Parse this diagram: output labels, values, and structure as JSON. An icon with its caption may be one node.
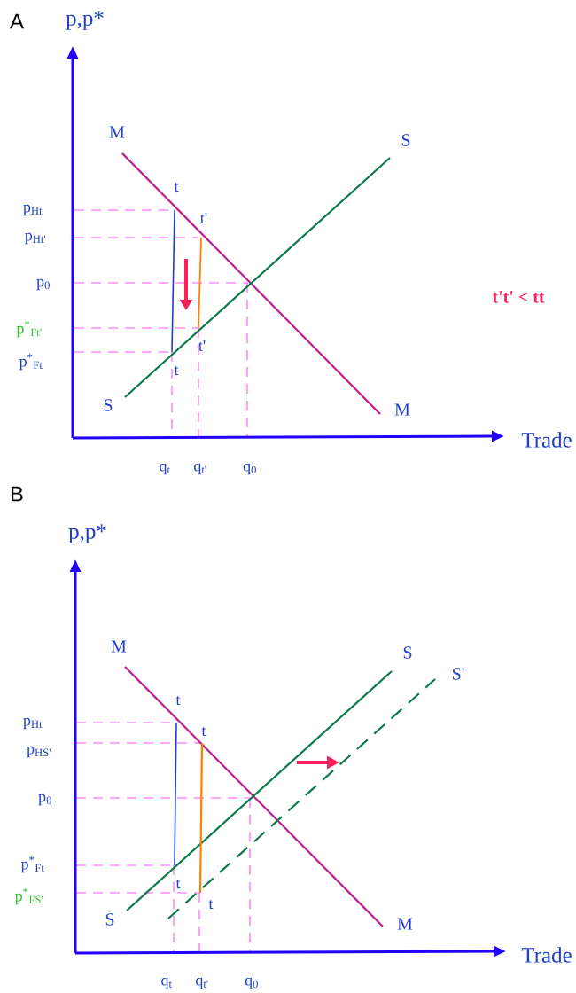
{
  "diagram": {
    "labels": [
      "A",
      "p,p*",
      "M",
      "S",
      "t",
      "p$_{Ht}$",
      "t'",
      "p$_{Ht'}$",
      "p$_{0}$",
      "t't' < tt",
      "p$^{*}$$_{Ft'}$",
      "t'",
      "p$^{*}$$_{Ft}$",
      "t",
      "S",
      "M",
      "Trade",
      "q$_{t}$",
      "q$_{t'}$",
      "q$_{0}$",
      "B",
      "p,p*",
      "M",
      "S",
      "S'",
      "t",
      "p$_{Ht}$",
      "t",
      "p$_{HS'}$",
      "p$_{0}$",
      "p$^{*}$$_{Ft}$",
      "t",
      "p$^{*}$$_{FS'}$",
      "t",
      "S",
      "M",
      "Trade",
      "q$_{t}$",
      "q$_{t'}$",
      "q$_{0}$"
    ]
  }
}
